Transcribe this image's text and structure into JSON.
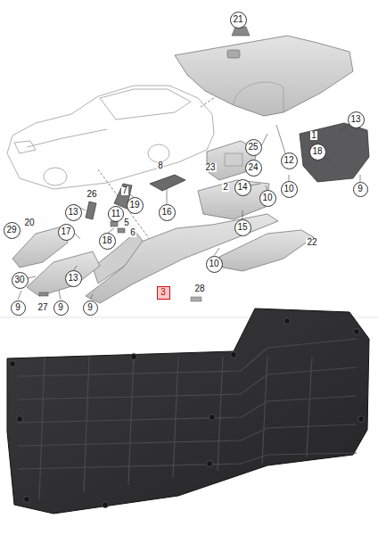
{
  "diagram": {
    "nodes": [
      {
        "text": [
          "21"
        ]
      },
      {
        "text": [
          "13"
        ]
      },
      {
        "text": [
          "25"
        ]
      },
      {
        "text": [
          "18"
        ]
      },
      {
        "text": [
          "12"
        ]
      },
      {
        "text": [
          "24"
        ]
      },
      {
        "text": [
          "9"
        ]
      },
      {
        "text": [
          "10"
        ]
      },
      {
        "text": [
          "14"
        ]
      },
      {
        "text": [
          "10"
        ]
      },
      {
        "text": [
          "19"
        ]
      },
      {
        "text": [
          "16"
        ]
      },
      {
        "text": [
          "13"
        ]
      },
      {
        "text": [
          "11"
        ]
      },
      {
        "text": [
          "15"
        ]
      },
      {
        "text": [
          "29"
        ]
      },
      {
        "text": [
          "17"
        ]
      },
      {
        "text": [
          "18"
        ]
      },
      {
        "text": [
          "10"
        ]
      },
      {
        "text": [
          "30"
        ]
      },
      {
        "text": [
          "13"
        ]
      },
      {
        "text": [
          "3"
        ]
      },
      {
        "text": [
          "9"
        ]
      },
      {
        "text": [
          "9"
        ]
      },
      {
        "text": [
          "9"
        ]
      }
    ],
    "labels": [
      "1",
      "23",
      "8",
      "2",
      "7",
      "26",
      "5",
      "20",
      "6",
      "22",
      "28",
      "27"
    ]
  }
}
